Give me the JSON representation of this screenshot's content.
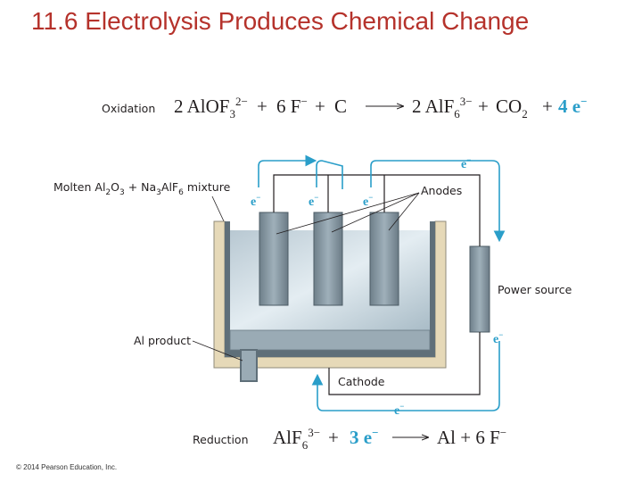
{
  "title": "11.6 Electrolysis Produces Chemical Change",
  "copyright": "© 2014 Pearson Education, Inc.",
  "labels": {
    "oxidation": "Oxidation",
    "reduction": "Reduction",
    "molten_pre": "Molten Al",
    "molten_sub1": "2",
    "molten_mid1": "O",
    "molten_sub2": "3",
    "molten_mid2": " + Na",
    "molten_sub3": "3",
    "molten_mid3": "AlF",
    "molten_sub4": "6",
    "molten_post": " mixture",
    "anodes": "Anodes",
    "power_source": "Power source",
    "al_product": "Al product",
    "cathode": "Cathode"
  },
  "oxidation_eq": {
    "c1": "2 AlOF",
    "s1": "3",
    "sup1": "2−",
    "p1": "+",
    "c2": "6 F",
    "sup2": "−",
    "p2": "+",
    "c3": "C",
    "c4": "2 AlF",
    "s4": "6",
    "sup4": "3−",
    "p3": "+",
    "c5": "CO",
    "s5": "2",
    "p4": "+",
    "e": "4 e",
    "esup": "−"
  },
  "reduction_eq": {
    "c1": "AlF",
    "s1": "6",
    "sup1": "3−",
    "p1": "+",
    "e": "3 e",
    "esup": "−",
    "c2": "Al + 6 F",
    "sup2": "−"
  },
  "electron": {
    "sym": "e",
    "sup": "−"
  },
  "colors": {
    "title": "#b5322b",
    "electron_flow": "#2a9ec9",
    "electrode": "#8a9aa3",
    "bath": "#c9d8e0",
    "tank_wall": "#e6d9b8"
  }
}
